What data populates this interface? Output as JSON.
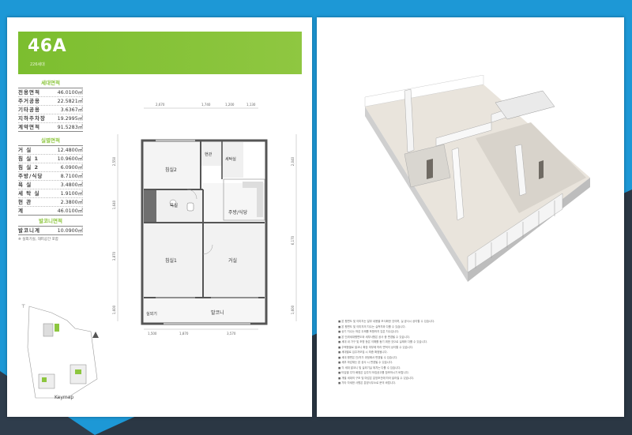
{
  "unit": {
    "title": "46A",
    "subtitle": "226세대"
  },
  "household_area": {
    "heading": "세대면적",
    "rows": [
      {
        "k": "전용면적",
        "v": "46.0100㎡"
      },
      {
        "k": "주거공용",
        "v": "22.5821㎡"
      },
      {
        "k": "기타공용",
        "v": "3.6367㎡"
      },
      {
        "k": "지하주차장",
        "v": "19.2995㎡"
      },
      {
        "k": "계약면적",
        "v": "91.5283㎡"
      }
    ]
  },
  "room_area": {
    "heading": "실별면적",
    "rows": [
      {
        "k": "거 실",
        "v": "12.4800㎡"
      },
      {
        "k": "침 실 1",
        "v": "10.9600㎡"
      },
      {
        "k": "침 실 2",
        "v": "6.0900㎡"
      },
      {
        "k": "주방/식당",
        "v": "8.7100㎡"
      },
      {
        "k": "욕 실",
        "v": "3.4800㎡"
      },
      {
        "k": "세 탁 실",
        "v": "1.9100㎡"
      },
      {
        "k": "현 관",
        "v": "2.3800㎡"
      },
      {
        "k": "계",
        "v": "46.0100㎡"
      }
    ]
  },
  "balcony_area": {
    "heading": "발코니면적",
    "rows": [
      {
        "k": "발코니계",
        "v": "10.0900㎡"
      }
    ],
    "note": "※ 실외기실, 대피공간 포함"
  },
  "plan": {
    "rooms": {
      "bed2": "침실2",
      "entry": "현관",
      "laundry": "세탁실",
      "bath": "욕실",
      "kitchen": "주방/식당",
      "bed1": "침실1",
      "living": "거실",
      "outdoor_unit": "실외기",
      "balcony": "발코니"
    },
    "dims_top": [
      "2,670",
      "1,740",
      "1,200",
      "1,130"
    ],
    "dims_bottom": [
      "1,500",
      "1,870",
      "3,570"
    ],
    "dims_left": [
      "2,550",
      "1,640",
      "3,870",
      "1,600"
    ],
    "dims_right": [
      "2,040",
      "6,170",
      "1,600"
    ]
  },
  "keymap_label": "Keymap",
  "notes": [
    "■ 본 평면도 및 이미지는 일부 내용을 모식화한 것이며, 실 공사시 상이할 수 있습니다.",
    "■ 본 평면도 및 이미지의 치수는 실측치와 다를 수 있습니다.",
    "■ 상기 치수는 마감 두께를 포함하지 않은 치수입니다.",
    "■ 본 단위세대평면도와 세부사항은 공사 중 변경될 수 있습니다.",
    "■ 세대 내 가구 및 조명 등은 이해를 돕기 위한 것으로 실제와 다를 수 있습니다.",
    "■ 주택형별로 발코니 확장 여부에 따라 면적이 상이할 수 있습니다.",
    "■ 세대별로 입주자모집 시 최종 확정됩니다.",
    "■ 세대 평면은 인/허가 과정에서 변경될 수 있습니다.",
    "■ 세부 마감재는 본 공사 시 변경될 수 있습니다.",
    "■ 각 세대 발코니 및 실외기실 위치는 다를 수 있습니다.",
    "■ 타입별 주차 배정은 입주자 모집공고를 참조하시기 바랍니다.",
    "■ 개별 세대의 구조 및 마감은 분양조건에 따라 달라질 수 있습니다.",
    "■ 기타 자세한 사항은 분양사무소로 문의 바랍니다."
  ]
}
